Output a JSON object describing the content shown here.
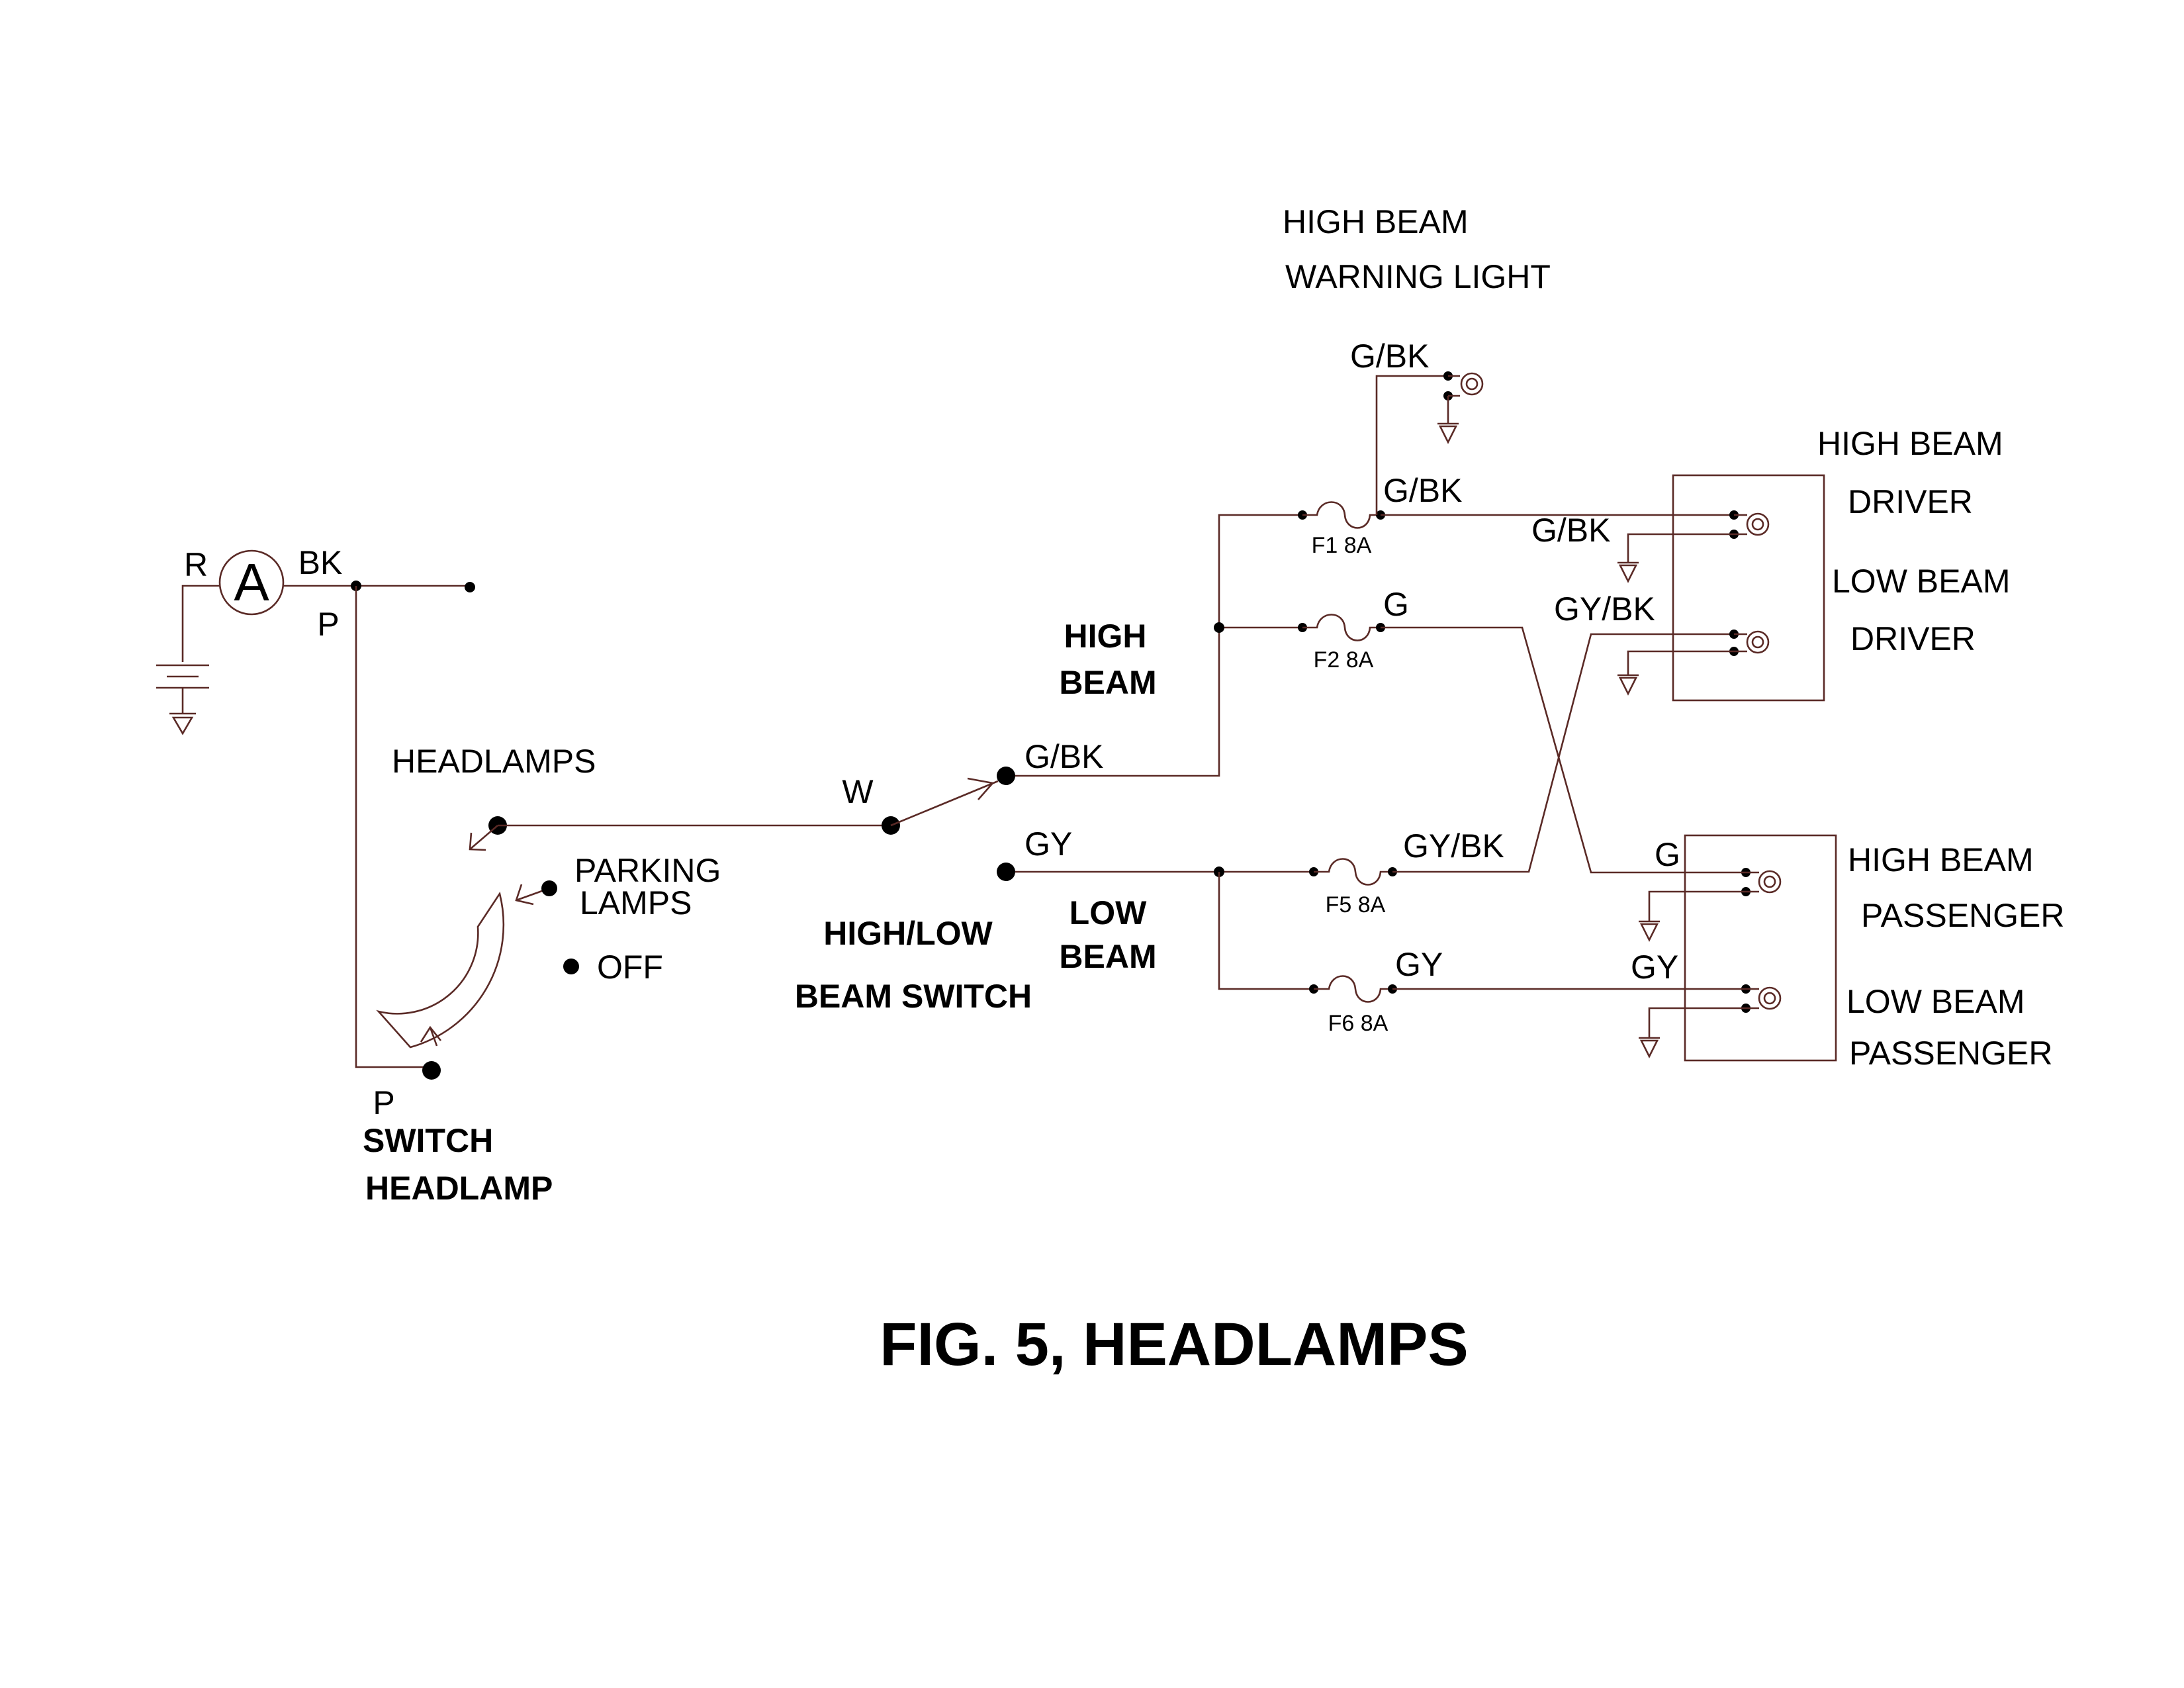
{
  "title": "FIG. 5, HEADLAMPS",
  "colors": {
    "wire": "#5a2a26",
    "ink": "#000000",
    "background": "#ffffff"
  },
  "ammeter": {
    "symbol": "A",
    "in_wire": "R",
    "out_wire": "BK",
    "branch_wire": "P"
  },
  "headlamp_switch": {
    "name_line1": "SWITCH",
    "name_line2": "HEADLAMP",
    "input_wire": "P",
    "positions": {
      "headlamps": "HEADLAMPS",
      "parking_line1": "PARKING",
      "parking_line2": "LAMPS",
      "off": "OFF"
    },
    "output_wire": "W"
  },
  "beam_switch": {
    "name_line1": "HIGH/LOW",
    "name_line2": "BEAM SWITCH",
    "high_line1": "HIGH",
    "high_line2": "BEAM",
    "low_line1": "LOW",
    "low_line2": "BEAM",
    "high_wire": "G/BK",
    "low_wire": "GY"
  },
  "warning_light": {
    "line1": "HIGH BEAM",
    "line2": "WARNING LIGHT",
    "wire": "G/BK"
  },
  "fuses": [
    {
      "label": "F1 8A",
      "out_wire": "G/BK",
      "load_wire": "G/BK"
    },
    {
      "label": "F2 8A",
      "out_wire": "G",
      "load_wire": "G"
    },
    {
      "label": "F5 8A",
      "out_wire": "GY/BK",
      "load_wire": "GY/BK"
    },
    {
      "label": "F6 8A",
      "out_wire": "GY",
      "load_wire": "GY"
    }
  ],
  "lamps": {
    "driver_high_line1": "HIGH BEAM",
    "driver_high_line2": "DRIVER",
    "driver_low_line1": "LOW BEAM",
    "driver_low_line2": "DRIVER",
    "pass_high_line1": "HIGH BEAM",
    "pass_high_line2": "PASSENGER",
    "pass_low_line1": "LOW BEAM",
    "pass_low_line2": "PASSENGER"
  }
}
